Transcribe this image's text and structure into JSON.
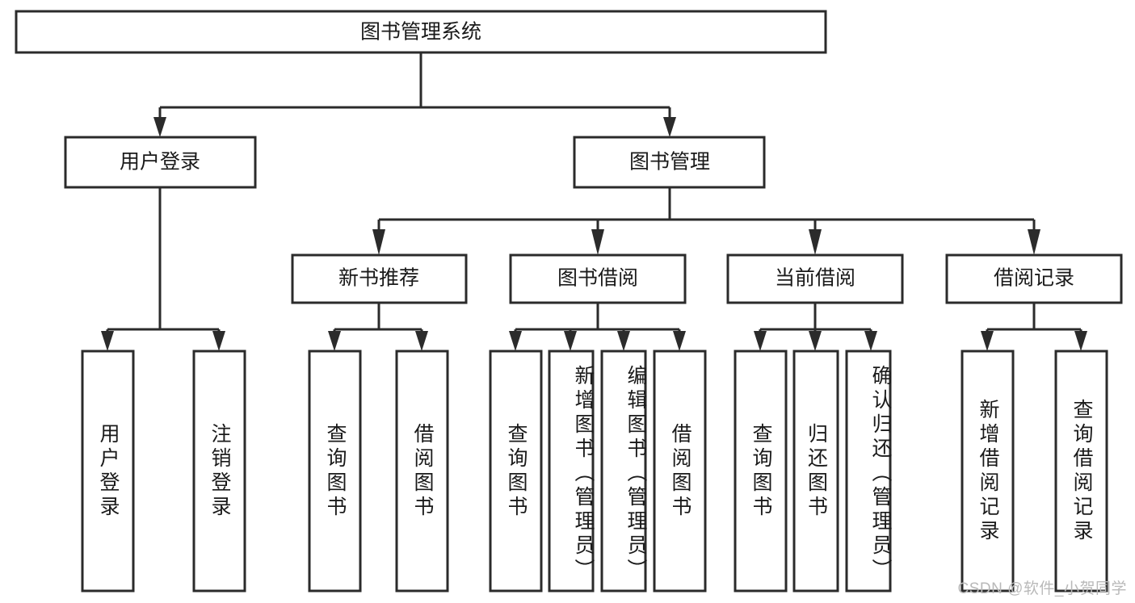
{
  "diagram": {
    "title": "图书管理系统",
    "type": "tree",
    "orientation": "top-down",
    "colors": {
      "box_stroke": "#2b2b2b",
      "box_fill": "#ffffff",
      "connector": "#2b2b2b",
      "text": "#1a1a1a",
      "background": "#ffffff",
      "watermark": "#b9b9b9"
    },
    "root": {
      "label": "图书管理系统"
    },
    "level2": [
      {
        "label": "用户登录"
      },
      {
        "label": "图书管理"
      }
    ],
    "level3": [
      {
        "label": "新书推荐"
      },
      {
        "label": "图书借阅"
      },
      {
        "label": "当前借阅"
      },
      {
        "label": "借阅记录"
      }
    ],
    "leaves": {
      "user_login": [
        {
          "label": "用户登录"
        },
        {
          "label": "注销登录"
        }
      ],
      "new_book_recommend": [
        {
          "label": "查询图书"
        },
        {
          "label": "借阅图书"
        }
      ],
      "book_borrow": [
        {
          "label": "查询图书"
        },
        {
          "label": "新增图书（管理员）"
        },
        {
          "label": "编辑图书（管理员）"
        },
        {
          "label": "借阅图书"
        }
      ],
      "current_borrow": [
        {
          "label": "查询图书"
        },
        {
          "label": "归还图书"
        },
        {
          "label": "确认归还（管理员）"
        }
      ],
      "borrow_record": [
        {
          "label": "新增借阅记录"
        },
        {
          "label": "查询借阅记录"
        }
      ]
    }
  },
  "watermark": {
    "text": "CSDN @软件_小贺同学"
  }
}
